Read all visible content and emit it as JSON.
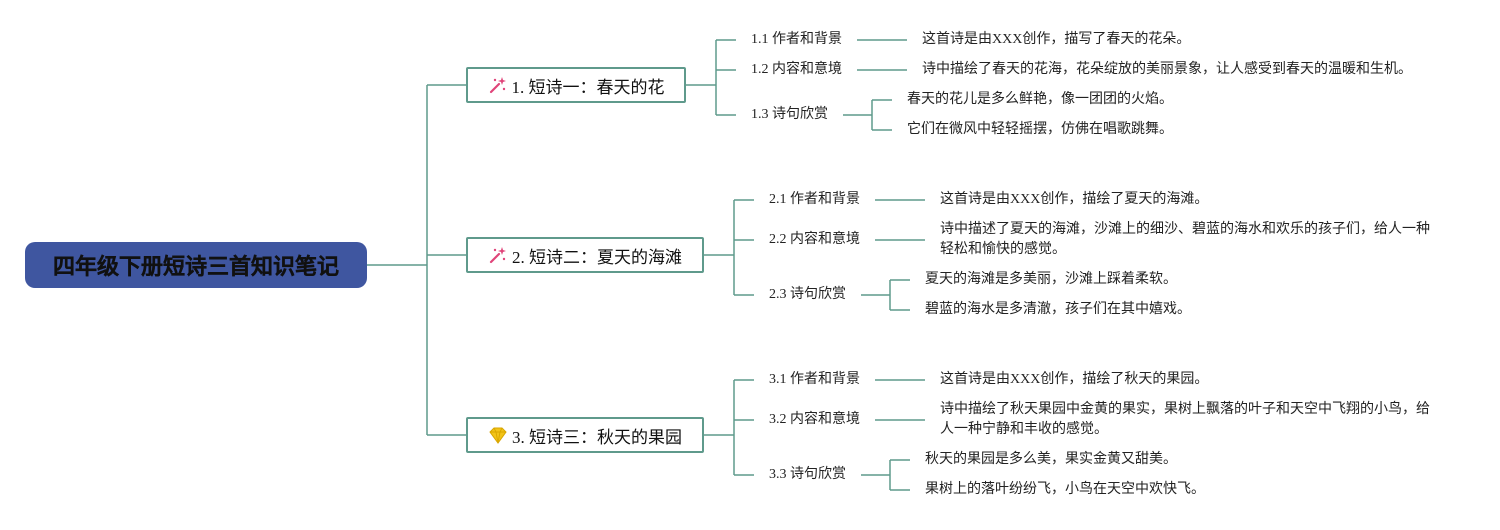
{
  "root": {
    "title": "四年级下册短诗三首知识笔记"
  },
  "colors": {
    "root_fill": "#3f56a0",
    "line": "#5f9a8c",
    "wand_icon": "#e0457a",
    "gem_icon": "#f2c418"
  },
  "branches": [
    {
      "icon": "magic-wand-icon",
      "title": "1. 短诗一：春天的花",
      "subs": [
        {
          "label": "1.1 作者和背景",
          "leaves": [
            "这首诗是由XXX创作，描写了春天的花朵。"
          ]
        },
        {
          "label": "1.2 内容和意境",
          "leaves": [
            "诗中描绘了春天的花海，花朵绽放的美丽景象，让人感受到春天的温暖和生机。"
          ]
        },
        {
          "label": "1.3 诗句欣赏",
          "leaves": [
            "春天的花儿是多么鲜艳，像一团团的火焰。",
            "它们在微风中轻轻摇摆，仿佛在唱歌跳舞。"
          ]
        }
      ]
    },
    {
      "icon": "magic-wand-icon",
      "title": "2. 短诗二：夏天的海滩",
      "subs": [
        {
          "label": "2.1 作者和背景",
          "leaves": [
            "这首诗是由XXX创作，描绘了夏天的海滩。"
          ]
        },
        {
          "label": "2.2 内容和意境",
          "leaves": [
            "诗中描述了夏天的海滩，沙滩上的细沙、碧蓝的海水和欢乐的孩子们，给人一种轻松和愉快的感觉。"
          ]
        },
        {
          "label": "2.3 诗句欣赏",
          "leaves": [
            "夏天的海滩是多美丽，沙滩上踩着柔软。",
            "碧蓝的海水是多清澈，孩子们在其中嬉戏。"
          ]
        }
      ]
    },
    {
      "icon": "gem-icon",
      "title": "3. 短诗三：秋天的果园",
      "subs": [
        {
          "label": "3.1 作者和背景",
          "leaves": [
            "这首诗是由XXX创作，描绘了秋天的果园。"
          ]
        },
        {
          "label": "3.2 内容和意境",
          "leaves": [
            "诗中描绘了秋天果园中金黄的果实，果树上飘落的叶子和天空中飞翔的小鸟，给人一种宁静和丰收的感觉。"
          ]
        },
        {
          "label": "3.3 诗句欣赏",
          "leaves": [
            "秋天的果园是多么美，果实金黄又甜美。",
            "果树上的落叶纷纷飞，小鸟在天空中欢快飞。"
          ]
        }
      ]
    }
  ]
}
